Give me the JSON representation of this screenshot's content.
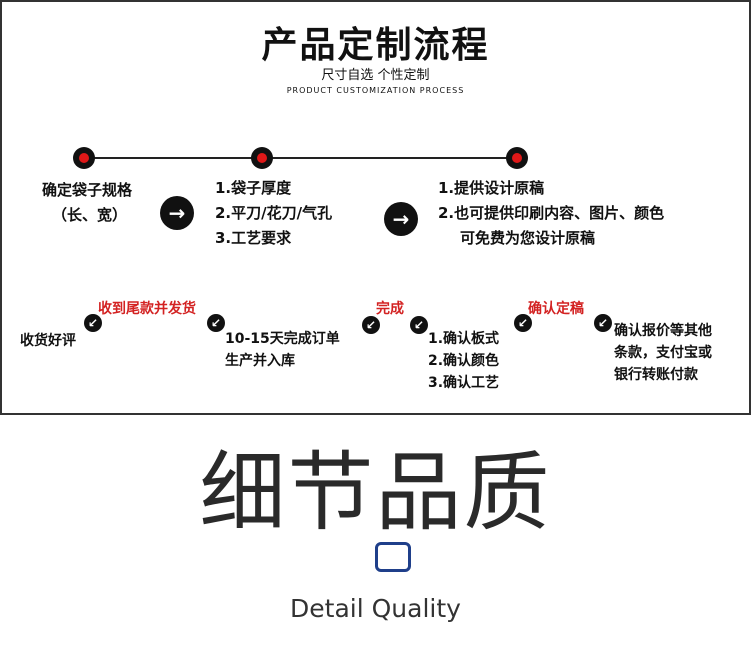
{
  "header": {
    "title": "产品定制流程",
    "subtitle": "尺寸自选  个性定制",
    "subtitle_en": "PRODUCT CUSTOMIZATION PROCESS"
  },
  "row1": {
    "step1": [
      "确定袋子规格",
      "（长、宽）"
    ],
    "step2": [
      "1.袋子厚度",
      "2.平刀/花刀/气孔",
      "3.工艺要求"
    ],
    "step3": [
      "1.提供设计原稿",
      "2.也可提供印刷内容、图片、颜色",
      "可免费为您设计原稿"
    ]
  },
  "row2": {
    "receive": "收货好评",
    "ship_label": "收到尾款并发货",
    "production": [
      "10-15天完成订单",
      "生产并入库"
    ],
    "done_label": "完成",
    "confirm_list": [
      "1.确认板式",
      "2.确认颜色",
      "3.确认工艺"
    ],
    "confirm_label": "确认定稿",
    "quote": [
      "确认报价等其他",
      "条款，支付宝或",
      "银行转账付款"
    ]
  },
  "detail": {
    "title_cn": "细节品质",
    "title_en": "Detail Quality"
  },
  "icons": {
    "arrow_right": "→",
    "arrow_down_left": "↙"
  },
  "colors": {
    "accent_red": "#d32222",
    "box_blue": "#1f3f8a"
  }
}
